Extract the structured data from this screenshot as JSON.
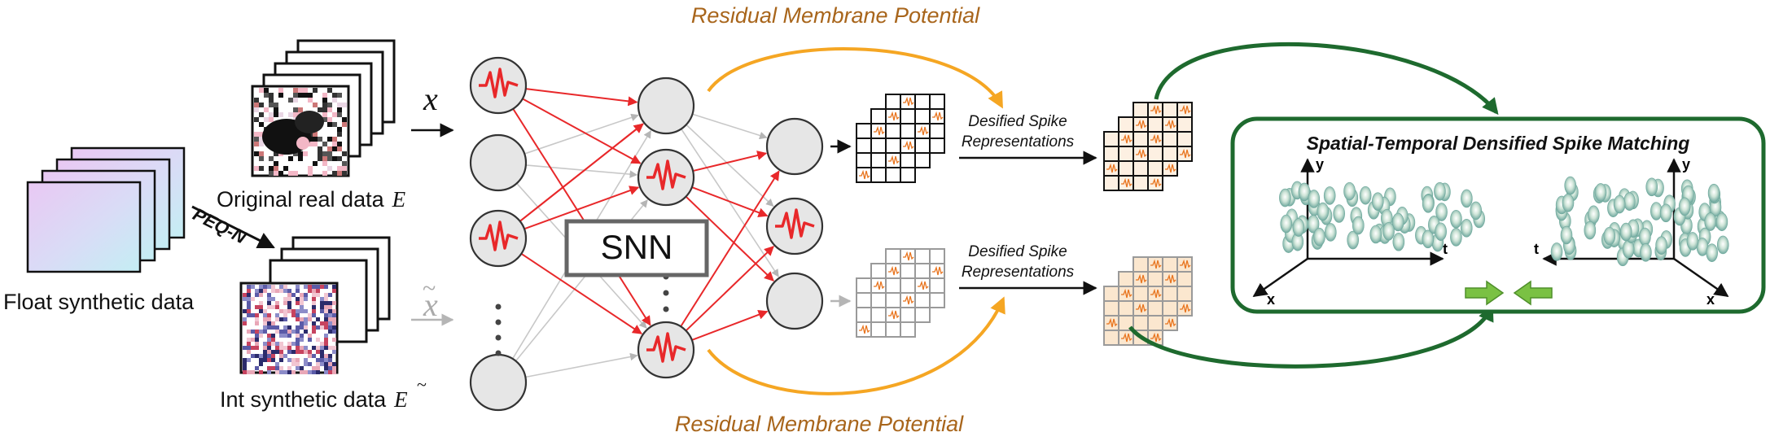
{
  "residual_top": "Residual Membrane Potential",
  "residual_bottom": "Residual Membrane Potential",
  "float_label": "Float synthetic data",
  "peq_label": "PEQ-N",
  "orig_label_text": "Original real data",
  "orig_label_math": "E",
  "int_label_text": "Int synthetic data",
  "int_label_math": "E",
  "x_symbol": "x",
  "xt_symbol": "x",
  "snn_label": "SNN",
  "dsr_top_1": "Desified Spike",
  "dsr_top_2": "Representations",
  "dsr_bot_1": "Desified Spike",
  "dsr_bot_2": "Representations",
  "matching_title": "Spatial-Temporal Densified Spike Matching",
  "axis_y": "y",
  "axis_x": "x",
  "axis_t": "t",
  "colors": {
    "spike_red": "#e8282a",
    "orange": "#f5a623",
    "orange_text": "#a8651b",
    "green": "#1e6a2e",
    "green_arrow": "#7ac143",
    "gray_line": "#c8c8c8",
    "neuron_fill": "#e6e6e6"
  }
}
